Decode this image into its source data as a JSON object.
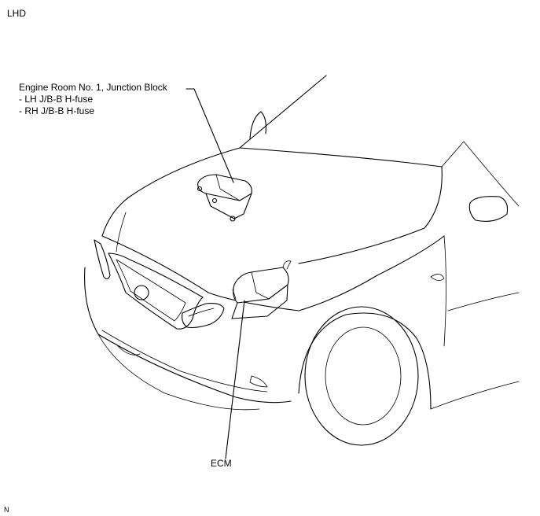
{
  "drive_label": "LHD",
  "callouts": {
    "junction_block": {
      "title": "Engine Room No. 1, Junction Block",
      "items": [
        "- LH J/B-B H-fuse",
        "- RH J/B-B H-fuse"
      ]
    },
    "ecm": "ECM"
  },
  "corner_mark": "N",
  "colors": {
    "line": "#000000",
    "background": "#ffffff"
  }
}
